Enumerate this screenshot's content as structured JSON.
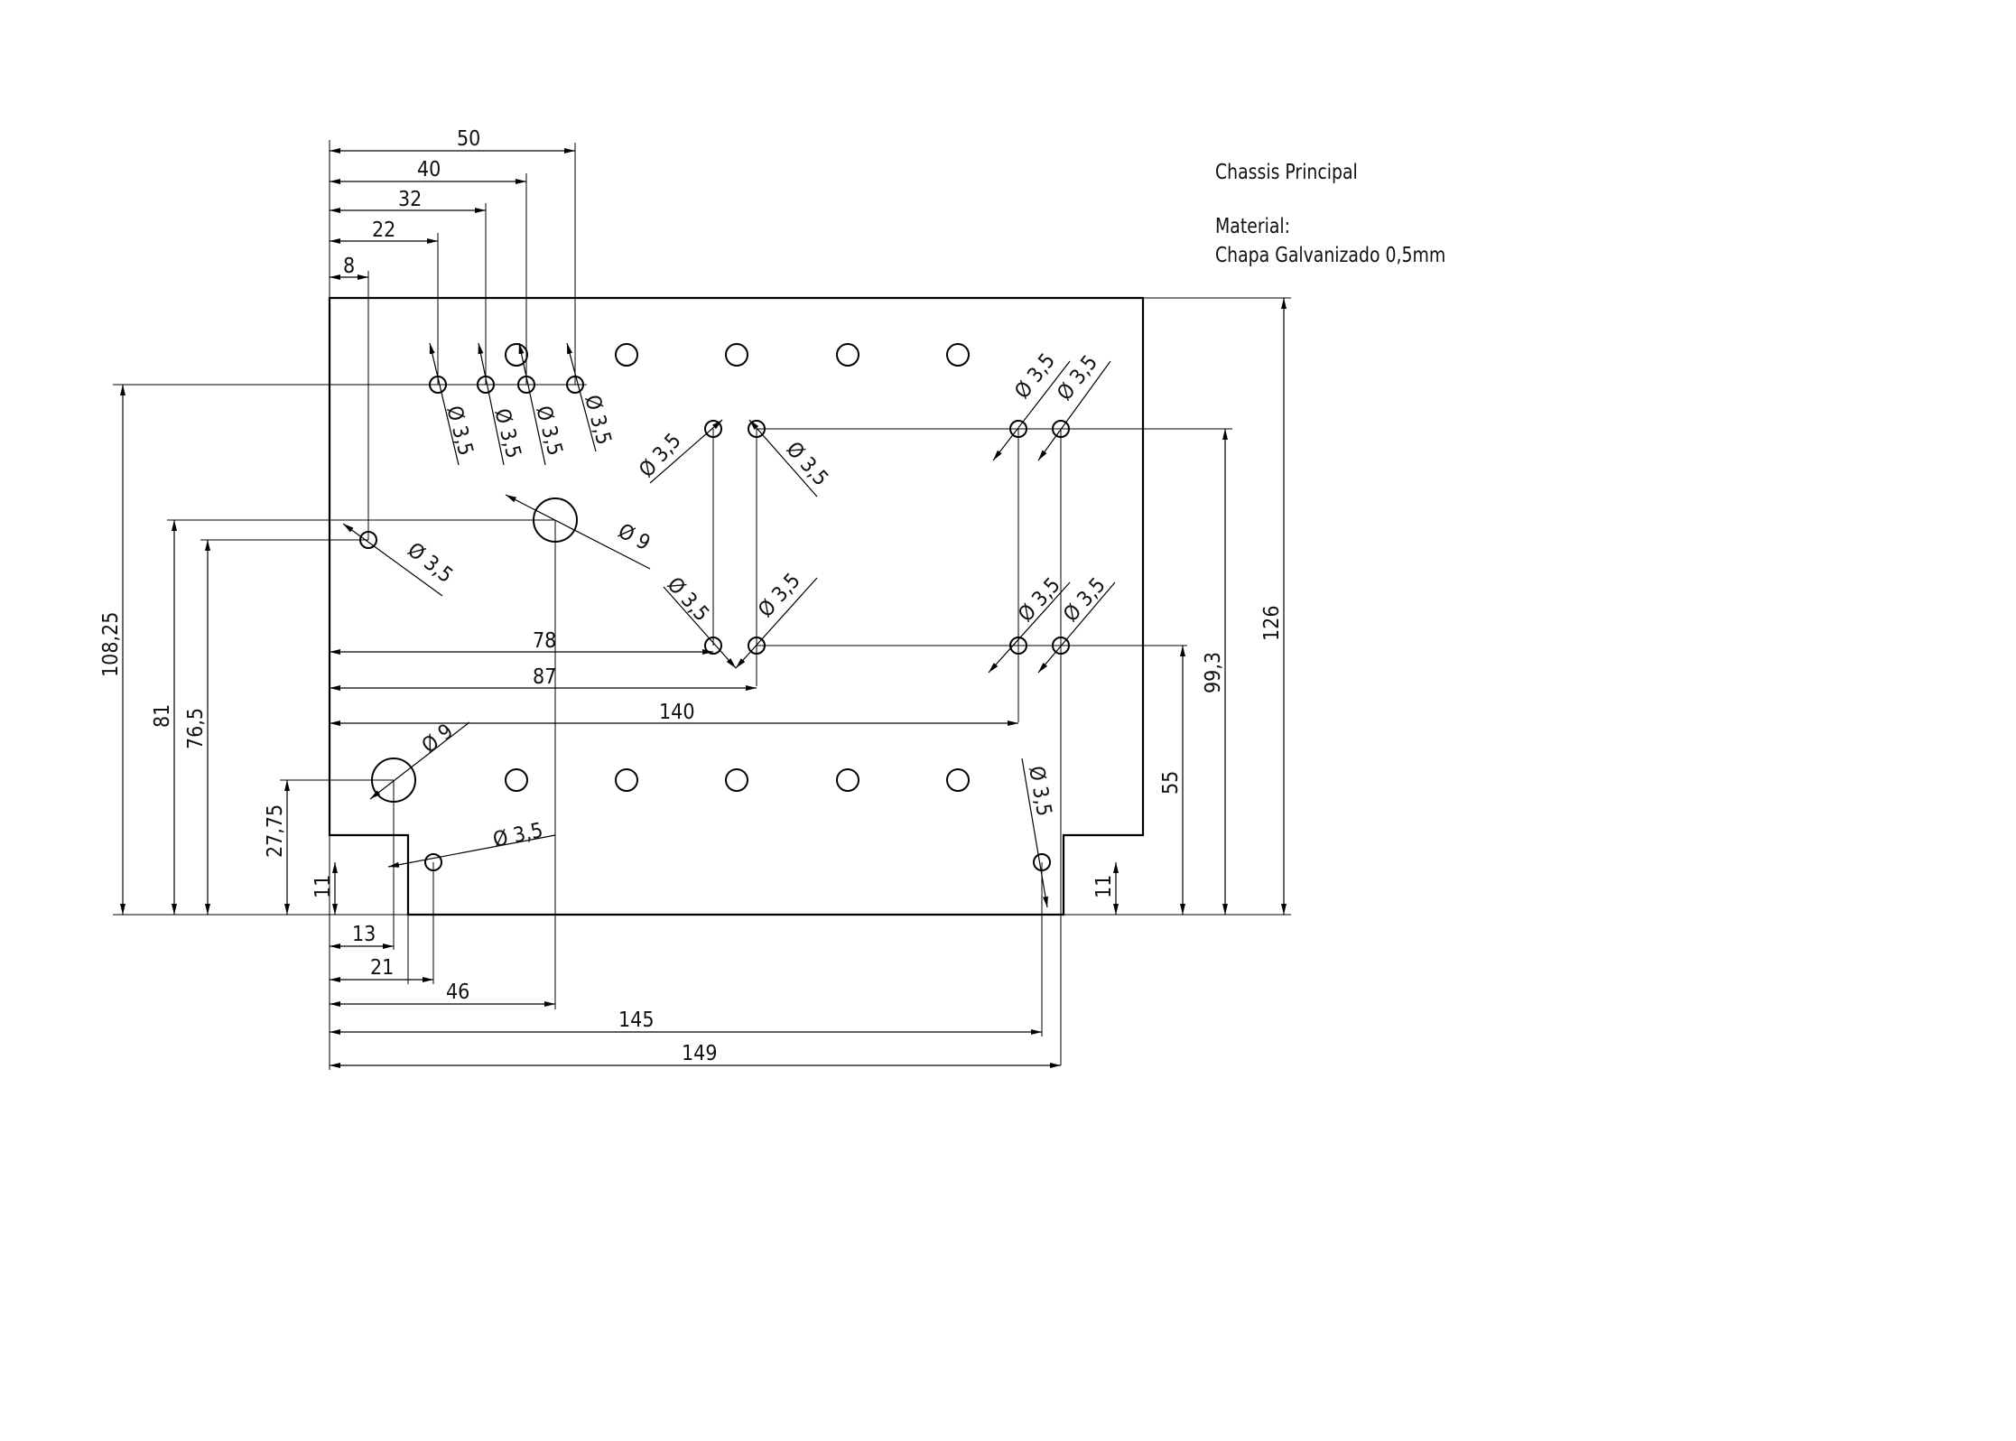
{
  "title_block": {
    "name": "Chassis Principal",
    "material_label": "Material:",
    "material_value": "Chapa Galvanizado 0,5mm"
  },
  "horizontal_dims": {
    "d8": "8",
    "d22": "22",
    "d32": "32",
    "d40": "40",
    "d50": "50",
    "d78": "78",
    "d87": "87",
    "d140": "140",
    "d13": "13",
    "d21": "21",
    "d46": "46",
    "d145": "145",
    "d149": "149"
  },
  "vertical_dims": {
    "d108": "108,25",
    "d81": "81",
    "d765": "76,5",
    "d2775": "27,75",
    "d11l": "11",
    "d11r": "11",
    "d55": "55",
    "d993": "99,3",
    "d126": "126"
  },
  "hole_labels": {
    "small": "Ø 3,5",
    "large": "Ø 9"
  }
}
